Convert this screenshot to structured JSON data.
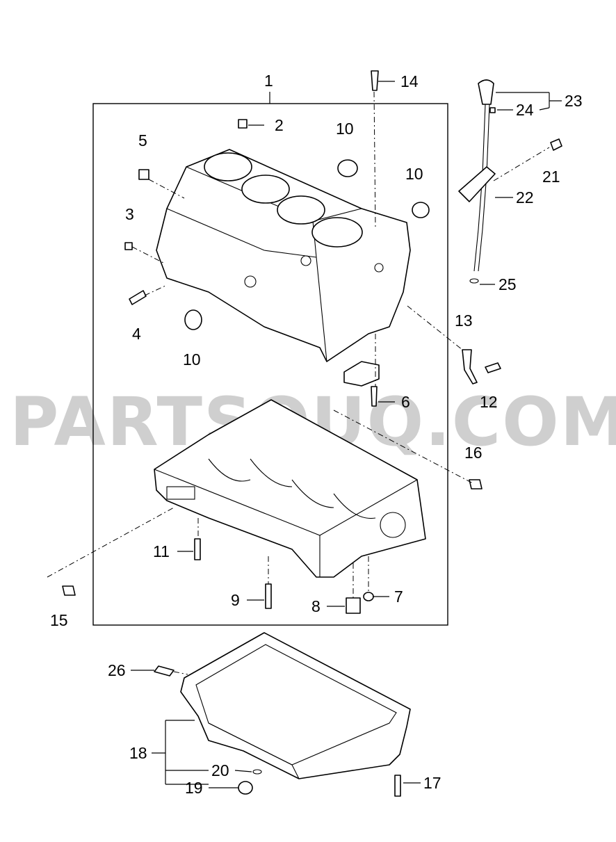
{
  "watermark": "PARTSOUQ.COM",
  "callouts": {
    "c1": "1",
    "c2": "2",
    "c3": "3",
    "c4": "4",
    "c5": "5",
    "c6": "6",
    "c7": "7",
    "c8": "8",
    "c9": "9",
    "c10a": "10",
    "c10b": "10",
    "c10c": "10",
    "c11": "11",
    "c12": "12",
    "c13": "13",
    "c14": "14",
    "c15": "15",
    "c16": "16",
    "c17": "17",
    "c18": "18",
    "c19": "19",
    "c20": "20",
    "c21": "21",
    "c22": "22",
    "c23": "23",
    "c24": "24",
    "c25": "25",
    "c26": "26"
  }
}
